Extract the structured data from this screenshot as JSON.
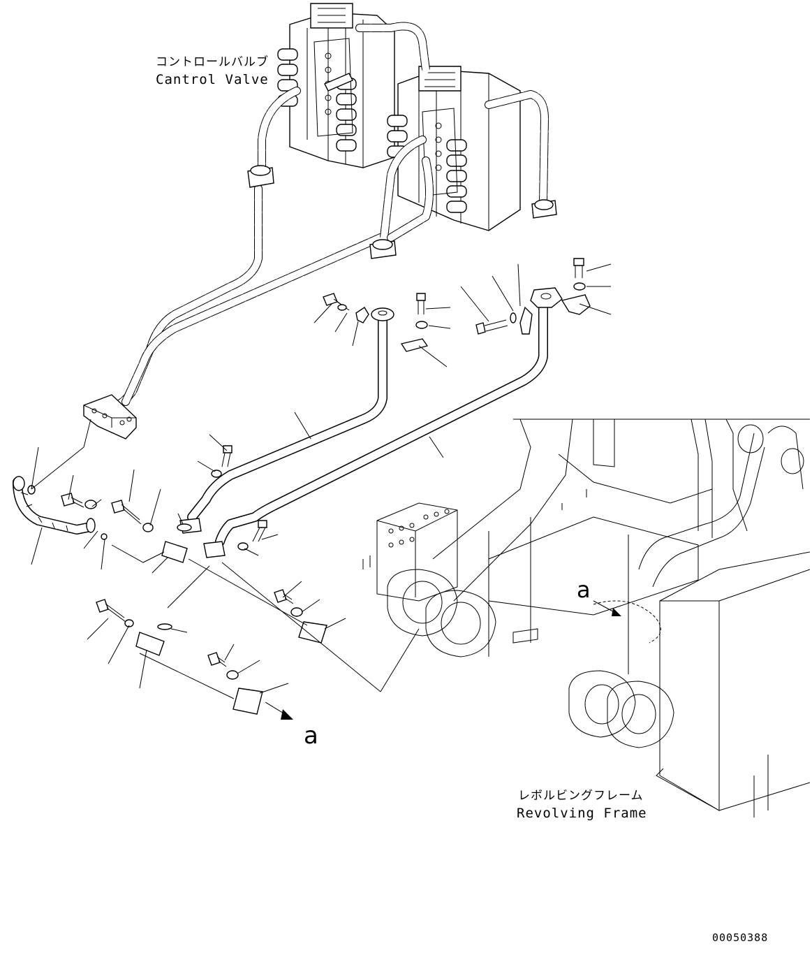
{
  "labels": {
    "control_valve_jp": "コントロールバルブ",
    "control_valve_en": "Cantrol Valve",
    "revolving_frame_jp": "レボルビングフレーム",
    "revolving_frame_en": "Revolving Frame",
    "view_marker_top": "a",
    "view_marker_bottom": "a",
    "drawing_number": "00050388"
  },
  "icons": {
    "control-valve": "control-valve-icon",
    "revolving-frame": "revolving-frame-icon",
    "hose": "hose-icon",
    "bolt": "bolt-icon",
    "washer": "washer-icon",
    "clamp": "clamp-icon",
    "flange": "flange-icon",
    "plate": "plate-icon"
  },
  "colors": {
    "line": "#000000",
    "background": "#ffffff"
  }
}
